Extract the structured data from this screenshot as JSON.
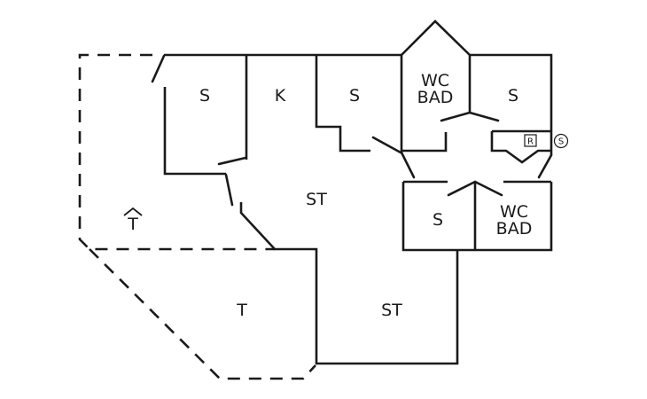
{
  "plan": {
    "rooms": [
      {
        "id": "bedroom-1",
        "label": "S"
      },
      {
        "id": "kitchen",
        "label": "K"
      },
      {
        "id": "bedroom-2",
        "label": "S"
      },
      {
        "id": "bathroom-1",
        "label_line1": "WC",
        "label_line2": "BAD"
      },
      {
        "id": "bedroom-3",
        "label": "S"
      },
      {
        "id": "living-1",
        "label": "ST"
      },
      {
        "id": "bedroom-4",
        "label": "S"
      },
      {
        "id": "bathroom-2",
        "label_line1": "WC",
        "label_line2": "BAD"
      },
      {
        "id": "terrace-lower",
        "label": "T"
      },
      {
        "id": "living-2",
        "label": "ST"
      },
      {
        "id": "terrace-upper",
        "label": "T"
      }
    ],
    "symbols": {
      "r_box": "R",
      "s_circle": "S"
    },
    "icons": [
      "roof-arrow-icon"
    ]
  }
}
